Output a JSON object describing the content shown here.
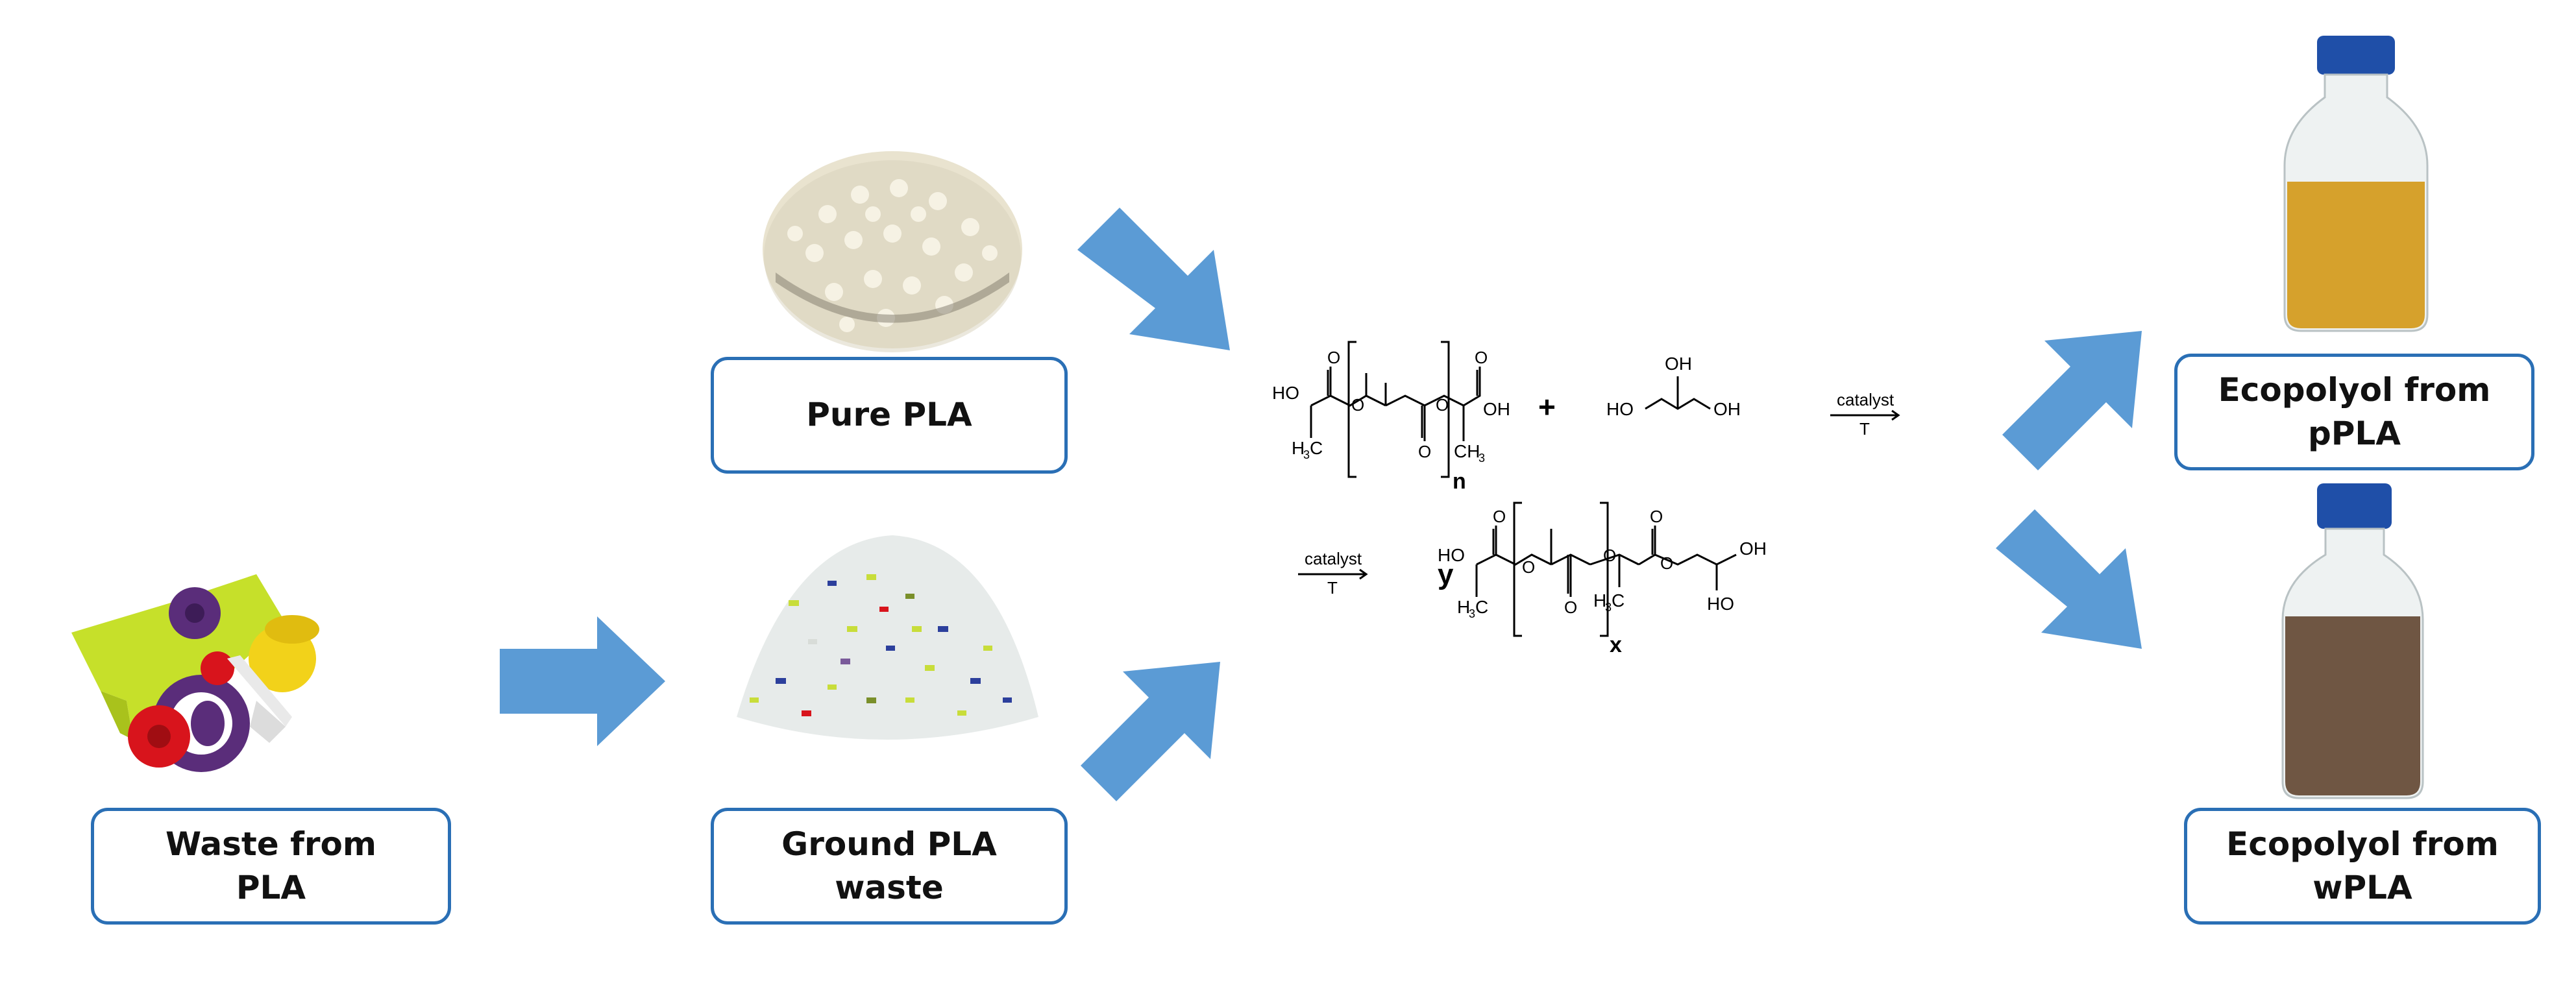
{
  "labels": {
    "waste": [
      "Waste from",
      "PLA"
    ],
    "pure": [
      "Pure PLA"
    ],
    "ground": [
      "Ground PLA",
      "waste"
    ],
    "eco_ppla": [
      "Ecopolyol from",
      "pPLA"
    ],
    "eco_wpla": [
      "Ecopolyol from",
      "wPLA"
    ]
  },
  "reaction": {
    "plus": "+",
    "catalyst": "catalyst",
    "temp": "T",
    "coef": "y",
    "sub_n": "n",
    "sub_x": "x",
    "ho": "HO",
    "oh": "OH",
    "o": "O",
    "ch3": "CH",
    "h3c": "H",
    "three": "3",
    "c": "C"
  },
  "colors": {
    "arrow": "#5b9bd5",
    "box_border": "#2a6fb5",
    "waste_green": "#c6e02a",
    "waste_red": "#d8141c",
    "waste_purple": "#5a2d7a",
    "waste_yellow": "#f2d21a",
    "pellet": "#ece6d2",
    "liquid_ppla": "#d6a12c",
    "liquid_wpla": "#6f5643",
    "cap": "#1f4fa8"
  },
  "icons": [
    "block-arrow-icon",
    "bottle-icon",
    "pellets-image",
    "ground-flakes-image",
    "plastic-waste-image"
  ]
}
